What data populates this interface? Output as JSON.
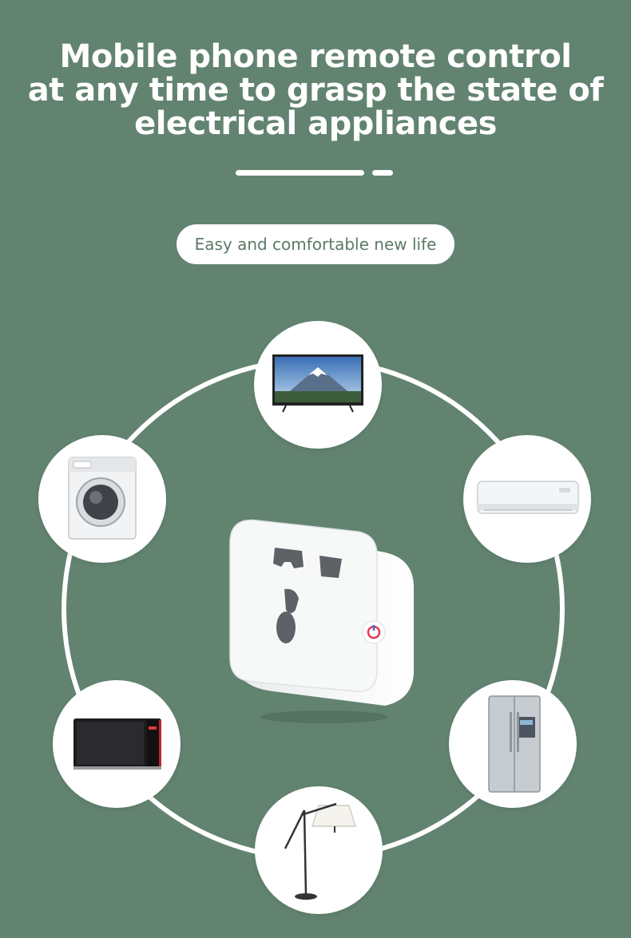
{
  "headline": {
    "line1": "Mobile phone remote control",
    "line2": "at any time to grasp the state of",
    "line3": "electrical appliances"
  },
  "tagline": "Easy and comfortable new life",
  "appliances": [
    {
      "icon": "tv-icon"
    },
    {
      "icon": "air-conditioner-icon"
    },
    {
      "icon": "refrigerator-icon"
    },
    {
      "icon": "floor-lamp-icon"
    },
    {
      "icon": "microwave-icon"
    },
    {
      "icon": "washing-machine-icon"
    }
  ],
  "center_device": {
    "icon": "smart-plug-icon",
    "led_color": "#e2384f"
  },
  "colors": {
    "background": "#628370",
    "accent_text": "#5b7a67",
    "ring": "#ffffff"
  }
}
